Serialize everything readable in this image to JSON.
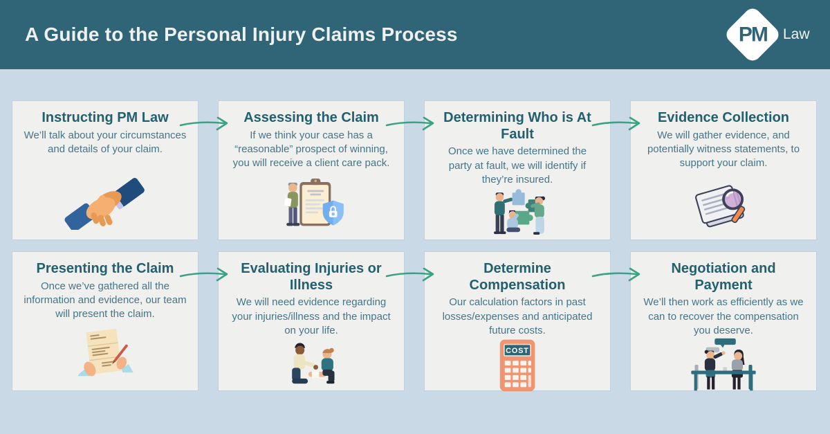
{
  "header": {
    "title": "A Guide to the Personal Injury Claims Process",
    "logo": {
      "initials": "PM",
      "suffix": "Law"
    }
  },
  "colors": {
    "header_bg": "#2f6577",
    "page_bg": "#c9d9e5",
    "card_bg": "#f0f0ee",
    "card_title": "#23606f",
    "card_body": "#447589",
    "arrow": "#3aa184"
  },
  "steps": [
    {
      "title": "Instructing PM Law",
      "description": "We’ll talk about your circumstances and details of your claim.",
      "icon": "handshake-icon"
    },
    {
      "title": "Assessing the Claim",
      "description": "If we think your case has a “reasonable” prospect of winning, you will receive a client care pack.",
      "icon": "clipboard-shield-icon"
    },
    {
      "title": "Determining Who is At Fault",
      "description": "Once we have determined the party at fault, we will identify if they’re insured.",
      "icon": "puzzle-teamwork-icon"
    },
    {
      "title": "Evidence Collection",
      "description": "We will gather evidence, and potentially witness statements, to support your claim.",
      "icon": "evidence-magnifier-icon"
    },
    {
      "title": "Presenting the Claim",
      "description": "Once we’ve gathered all the information and evidence, our team will present the claim.",
      "icon": "writing-letter-icon"
    },
    {
      "title": "Evaluating Injuries or Illness",
      "description": "We will need evidence regarding your injuries/illness and the impact on your life.",
      "icon": "first-aid-icon"
    },
    {
      "title": "Determine Compensation",
      "description": "Our calculation factors in past losses/expenses and anticipated future costs.",
      "icon": "cost-calculator-icon"
    },
    {
      "title": "Negotiation and Payment",
      "description": "We’ll then work as efficiently as we can to recover the compensation you deserve.",
      "icon": "negotiation-meeting-icon"
    }
  ],
  "calculator_label": "COST"
}
